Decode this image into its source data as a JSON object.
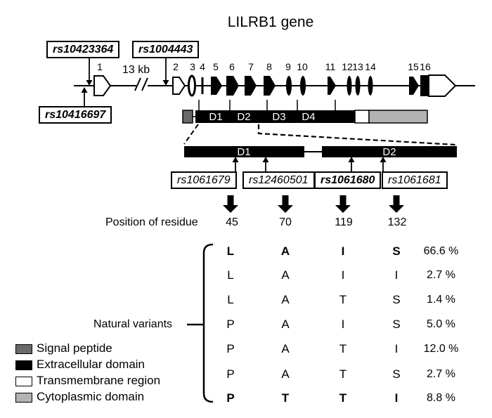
{
  "title": "LILRB1 gene",
  "gene": {
    "scale_label": "13 kb",
    "exon_numbers": [
      "1",
      "2",
      "3",
      "4",
      "5",
      "6",
      "7",
      "8",
      "9",
      "10",
      "11",
      "12",
      "13",
      "14",
      "15",
      "16"
    ],
    "snp_boxes": {
      "rs10423364": "rs10423364",
      "rs1004443": "rs1004443",
      "rs10416697": "rs10416697"
    }
  },
  "protein_bar": {
    "d1": "D1",
    "d2": "D2",
    "d3": "D3",
    "d4": "D4"
  },
  "zoom_view": {
    "d1": "D1",
    "d2": "D2",
    "snps": [
      "rs1061679",
      "rs12460501",
      "rs1061680",
      "rs1061681"
    ]
  },
  "residue": {
    "label": "Position of residue",
    "positions": [
      "45",
      "70",
      "119",
      "132"
    ]
  },
  "variants": {
    "label": "Natural variants",
    "rows": [
      {
        "aa": [
          "L",
          "A",
          "I",
          "S"
        ],
        "freq": "66.6 %"
      },
      {
        "aa": [
          "L",
          "A",
          "I",
          "I"
        ],
        "freq": "2.7 %"
      },
      {
        "aa": [
          "L",
          "A",
          "T",
          "S"
        ],
        "freq": "1.4 %"
      },
      {
        "aa": [
          "P",
          "A",
          "I",
          "S"
        ],
        "freq": "5.0 %"
      },
      {
        "aa": [
          "P",
          "A",
          "T",
          "I"
        ],
        "freq": "12.0 %"
      },
      {
        "aa": [
          "P",
          "A",
          "T",
          "S"
        ],
        "freq": "2.7 %"
      },
      {
        "aa": [
          "P",
          "T",
          "T",
          "I"
        ],
        "freq": "8.8 %"
      }
    ]
  },
  "legend": {
    "items": [
      {
        "label": "Signal peptide",
        "color": "#696969"
      },
      {
        "label": "Extracellular domain",
        "color": "#000000"
      },
      {
        "label": "Transmembrane region",
        "color": "#ffffff"
      },
      {
        "label": "Cytoplasmic domain",
        "color": "#b3b3b3"
      }
    ]
  }
}
